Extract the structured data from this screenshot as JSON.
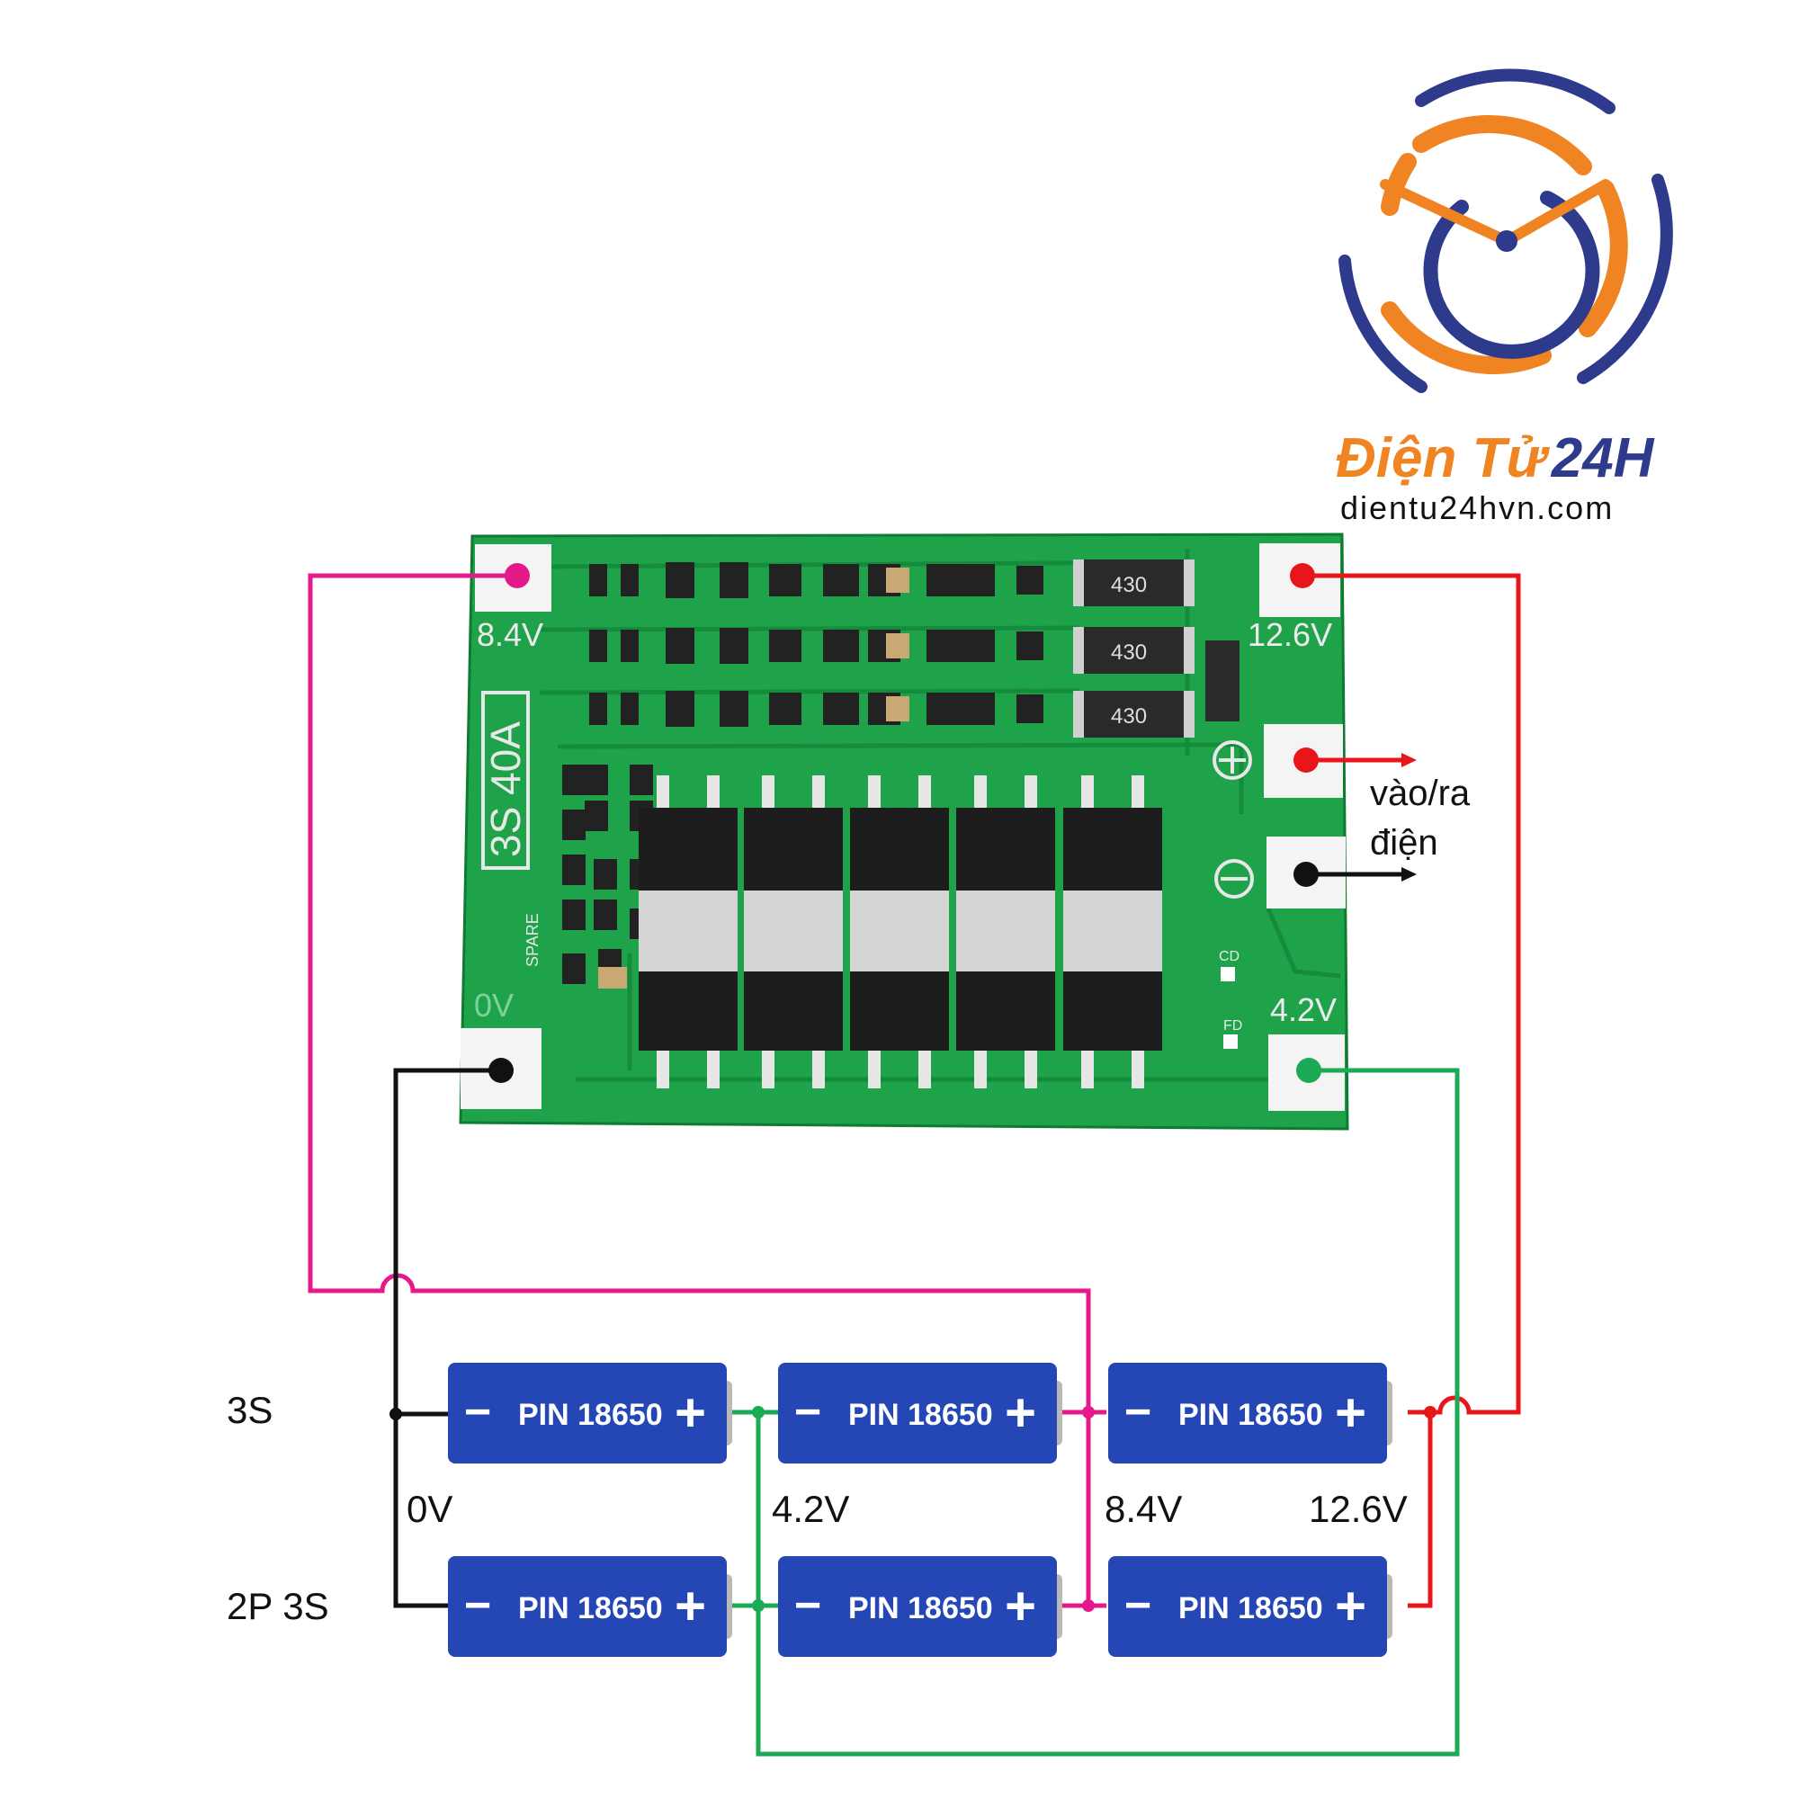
{
  "brand": {
    "name_part1": "Điện Tử",
    "name_part2": "24H",
    "website": "dientu24hvn.com",
    "colors": {
      "orange": "#F08423",
      "navy": "#2E3A8C"
    }
  },
  "board": {
    "model_label": "3S 40A",
    "resistor_code_1": "430",
    "resistor_code_2": "430",
    "resistor_code_3": "430",
    "spare_label": "SPARE",
    "cd_label": "CD",
    "fd_label": "FD",
    "pads": {
      "pad_8v4": "8.4V",
      "pad_12v6": "12.6V",
      "pad_0v": "0V",
      "pad_4v2": "4.2V"
    },
    "colors": {
      "pcb": "#1FA34A",
      "pcb_dark": "#138A3A"
    }
  },
  "io_label": {
    "line1": "vào/ra",
    "line2": "điện"
  },
  "wiring": {
    "colors": {
      "pink": "#E5198A",
      "red": "#E8161B",
      "black": "#111111",
      "green": "#1BAA55"
    }
  },
  "configs": {
    "row1_label": "3S",
    "row2_label": "2P 3S"
  },
  "voltages": {
    "v0": "0V",
    "v1": "4.2V",
    "v2": "8.4V",
    "v3": "12.6V"
  },
  "battery": {
    "label": "PIN 18650",
    "minus": "−",
    "plus": "+",
    "colors": {
      "body": "#2547B5",
      "cap": "#B9B9B9"
    }
  }
}
